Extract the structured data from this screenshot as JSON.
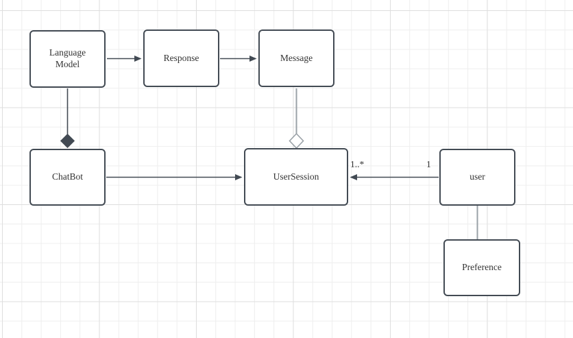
{
  "diagram": {
    "type": "uml-class-diagram",
    "nodes": {
      "language_model": {
        "label": "Language\nModel"
      },
      "response": {
        "label": "Response"
      },
      "message": {
        "label": "Message"
      },
      "chatbot": {
        "label": "ChatBot"
      },
      "user_session": {
        "label": "UserSession"
      },
      "user": {
        "label": "user"
      },
      "preference": {
        "label": "Preference"
      }
    },
    "edge_labels": {
      "user_session_multiplicity": "1..*",
      "user_multiplicity": "1"
    },
    "relationships": [
      {
        "from": "Language Model",
        "to": "Response",
        "type": "directed-arrow"
      },
      {
        "from": "Response",
        "to": "Message",
        "type": "directed-arrow"
      },
      {
        "from": "Language Model",
        "to": "ChatBot",
        "type": "composition-filled-diamond"
      },
      {
        "from": "Message",
        "to": "UserSession",
        "type": "aggregation-open-diamond"
      },
      {
        "from": "ChatBot",
        "to": "UserSession",
        "type": "directed-arrow"
      },
      {
        "from": "user",
        "to": "UserSession",
        "type": "directed-arrow",
        "source_label": "1",
        "target_label": "1..*"
      },
      {
        "from": "user",
        "to": "Preference",
        "type": "association-line"
      }
    ],
    "colors": {
      "node_fill": "#ffffff",
      "node_stroke": "#424a53",
      "edge_dark": "#424a53",
      "edge_light": "#9aa1a7",
      "text": "#333333",
      "grid_minor": "#eeeeee",
      "grid_major": "#dedede",
      "canvas_background": "#ffffff"
    }
  }
}
